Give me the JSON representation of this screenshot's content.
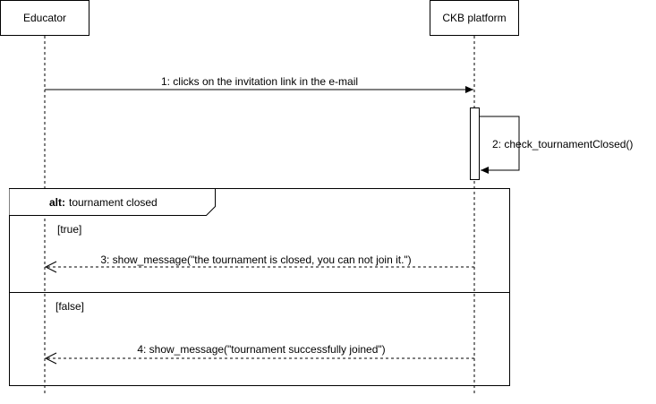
{
  "participants": [
    {
      "name": "Educator"
    },
    {
      "name": "CKB platform"
    }
  ],
  "messages": [
    {
      "label": "1: clicks on the invitation link in the e-mail",
      "kind": "sync"
    },
    {
      "label": "2: check_tournamentClosed()",
      "kind": "self"
    },
    {
      "label": "3: show_message(\"the tournament is closed, you can not join it.\")",
      "kind": "return"
    },
    {
      "label": "4: show_message(\"tournament successfully joined\")",
      "kind": "return"
    }
  ],
  "fragment": {
    "operator": "alt:",
    "condition": "tournament closed",
    "guards": [
      "[true]",
      "[false]"
    ]
  }
}
